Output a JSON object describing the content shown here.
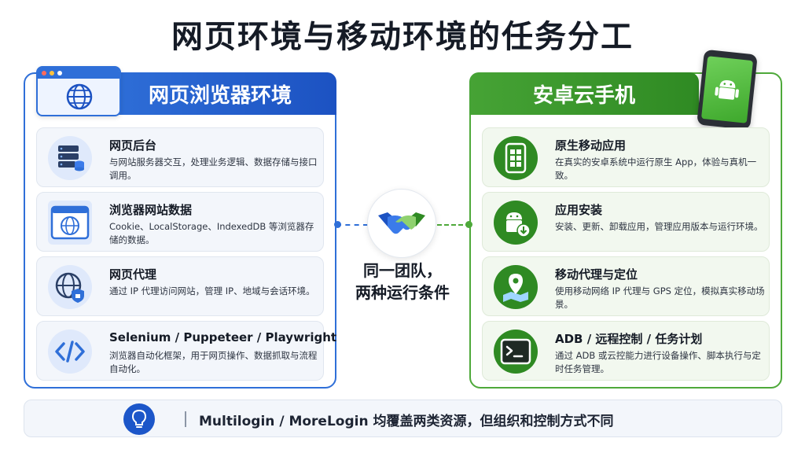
{
  "title": "网页环境与移动环境的任务分工",
  "left_panel": {
    "heading": "网页浏览器环境",
    "items": [
      {
        "title": "网页后台",
        "desc": "与网站服务器交互，处理业务逻辑、数据存储与接口调用。"
      },
      {
        "title": "浏览器网站数据",
        "desc": "Cookie、LocalStorage、IndexedDB 等浏览器存储的数据。"
      },
      {
        "title": "网页代理",
        "desc": "通过 IP 代理访问网站，管理 IP、地域与会话环境。"
      },
      {
        "title": "Selenium / Puppeteer / Playwright",
        "desc": "浏览器自动化框架，用于网页操作、数据抓取与流程自动化。"
      }
    ]
  },
  "right_panel": {
    "heading": "安卓云手机",
    "items": [
      {
        "title": "原生移动应用",
        "desc": "在真实的安卓系统中运行原生 App，体验与真机一致。"
      },
      {
        "title": "应用安装",
        "desc": "安装、更新、卸载应用，管理应用版本与运行环境。"
      },
      {
        "title": "移动代理与定位",
        "desc": "使用移动网络 IP 代理与 GPS 定位，模拟真实移动场景。"
      },
      {
        "title": "ADB / 远程控制 / 任务计划",
        "desc": "通过 ADB 或云控能力进行设备操作、脚本执行与定时任务管理。"
      }
    ]
  },
  "center": {
    "line1": "同一团队，",
    "line2": "两种运行条件"
  },
  "footer": {
    "text": "Multilogin / MoreLogin 均覆盖两类资源，但组织和控制方式不同"
  },
  "colors": {
    "blue": "#2f6fd8",
    "green": "#4ea93a",
    "dark_green": "#2f8a23"
  },
  "icons": {
    "left": [
      "server-icon",
      "browser-globe-icon",
      "globe-shield-icon",
      "code-icon"
    ],
    "right": [
      "phone-apps-icon",
      "android-download-icon",
      "map-pin-icon",
      "terminal-icon"
    ]
  }
}
